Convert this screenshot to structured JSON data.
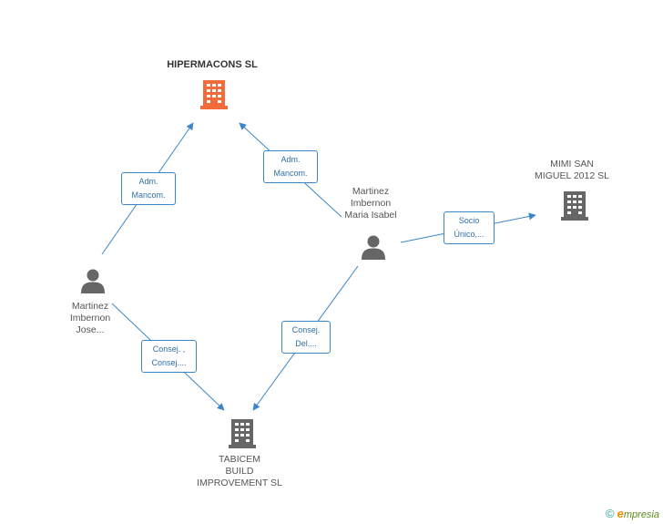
{
  "colors": {
    "edge": "#3b86c8",
    "company_main": "#f26b3a",
    "company": "#666666",
    "person": "#666666"
  },
  "nodes": {
    "hipermacons": {
      "title": "HIPERMACONS SL",
      "icon": "building-icon"
    },
    "mimi": {
      "line1": "MIMI SAN",
      "line2": "MIGUEL 2012 SL",
      "icon": "building-icon"
    },
    "tabicem": {
      "line1": "TABICEM",
      "line2": "BUILD",
      "line3": "IMPROVEMENT SL",
      "icon": "building-icon"
    },
    "maria": {
      "line1": "Martinez",
      "line2": "Imbernon",
      "line3": "Maria Isabel",
      "icon": "person-icon"
    },
    "jose": {
      "line1": "Martinez",
      "line2": "Imbernon",
      "line3": "Jose...",
      "icon": "person-icon"
    }
  },
  "edges": {
    "jose_hipermacons": {
      "line1": "Adm.",
      "line2": "Mancom."
    },
    "maria_hipermacons": {
      "line1": "Adm.",
      "line2": "Mancom."
    },
    "maria_mimi": {
      "line1": "Socio",
      "line2": "Único,..."
    },
    "maria_tabicem": {
      "line1": "Consej.",
      "line2": "Del...."
    },
    "jose_tabicem": {
      "line1": "Consej. ,",
      "line2": "Consej...."
    }
  },
  "footer": {
    "copyright": "©",
    "brand_initial": "e",
    "brand_rest": "mpresia"
  }
}
